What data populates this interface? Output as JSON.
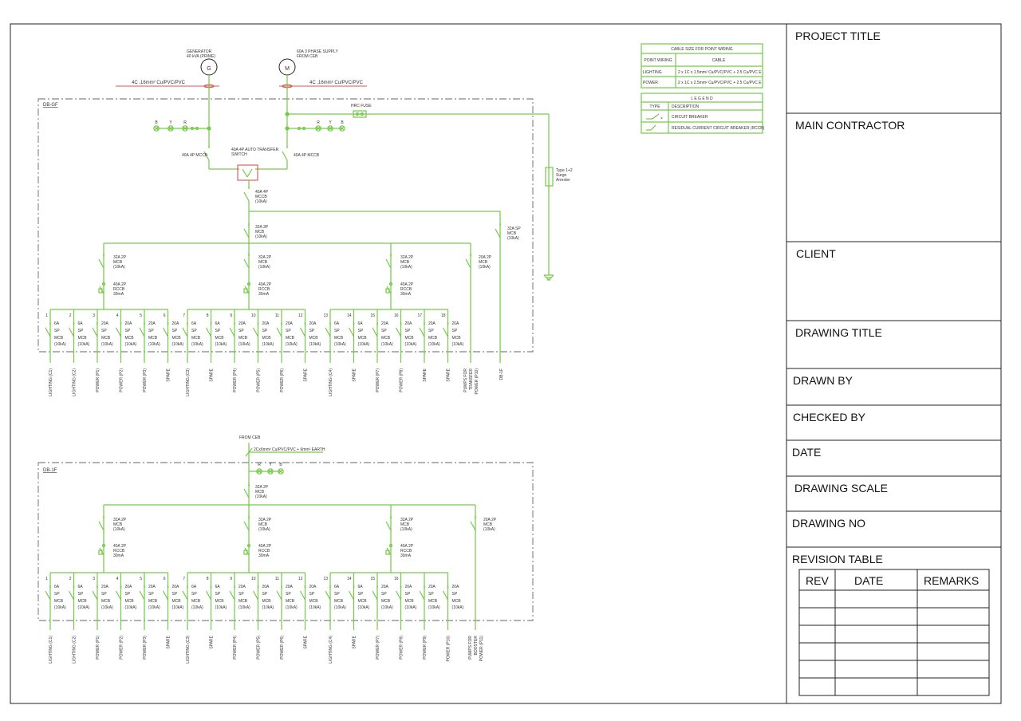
{
  "title_block": {
    "project_title": "PROJECT TITLE",
    "main_contractor": "MAIN CONTRACTOR",
    "client": "CLIENT",
    "drawing_title": "DRAWING TITLE",
    "drawn_by": "DRAWN BY",
    "checked_by": "CHECKED  BY",
    "date": "DATE",
    "drawing_scale": "DRAWING SCALE",
    "drawing_no": "DRAWING NO",
    "revision_table": "REVISION TABLE",
    "rev_headers": [
      "REV",
      "DATE",
      "REMARKS"
    ],
    "rev_rows": 6
  },
  "cable_table": {
    "title": "CABLE SIZE FOR POINT WIRING",
    "headers": [
      "POINT WIRING",
      "CABLE"
    ],
    "rows": [
      [
        "LIGHTING",
        "2 x 1C x 1.5mm² Cu/PVC/PVC + 2.5 Cu/PVC E"
      ],
      [
        "POWER",
        "2 x 1C x 2.5mm² Cu/PVC/PVC + 2.5 Cu/PVC E"
      ]
    ]
  },
  "legend": {
    "title": "L E G E N D",
    "headers": [
      "TYPE",
      "DESCRIPTION"
    ],
    "rows": [
      "CIRCUIT BREAKER",
      "RESIDUAL CURRENT CIRCUIT BREAKER (RCCB)"
    ]
  },
  "common": {
    "sp": "SP",
    "mcb": "MCB",
    "ka": "(10kA)",
    "rccb": "RCCB",
    "ma": "30mA",
    "mcb_2p": "MCB"
  },
  "db_gf": {
    "label": "DB-GF",
    "generator": {
      "symbol": "G",
      "caption": [
        "GENERATOR",
        "40 kVA (PRIME)"
      ]
    },
    "mains": {
      "symbol": "M",
      "caption": [
        "60A 3 PHASE SUPPLY",
        "FROM CEB"
      ]
    },
    "gen_cable": "4C ,16mm² Cu/PVC/PVC",
    "mains_cable": "4C ,16mm² Cu/PVC/PVC",
    "gen_lamps": [
      "B",
      "Y",
      "R"
    ],
    "mains_lamps": [
      "R",
      "Y",
      "B"
    ],
    "hrc_fuse": "HRC FUSE",
    "gen_mccb": "40A 4P MCCB",
    "mains_mccb": "40A 4P MCCB",
    "ats": [
      "40A 4P AUTO TRANSFER",
      "SWITCH"
    ],
    "main_mccb": [
      "40A 4P",
      "MCCB",
      "(10kA)"
    ],
    "main_mcb": [
      "32A 3P",
      "MCB",
      "(10kA)"
    ],
    "db1f_mcb": [
      "32A SP",
      "MCB",
      "(10kA)"
    ],
    "surge": [
      "Type  1+2",
      "Surge",
      "Arrester"
    ],
    "group_mcb": [
      "32A 2P",
      "MCB",
      "(10kA)"
    ],
    "group_rccb": [
      "40A 2P",
      "RCCB",
      "30mA"
    ],
    "pump_mcb": [
      "20A 2P",
      "MCB",
      "(10kA)"
    ],
    "pump_label": [
      "PUMPS FOR",
      "TRANSFER",
      "POWER (P10)"
    ],
    "db1f_label": [
      "DB-1F"
    ],
    "circuits": [
      {
        "n": "1",
        "rating": "6A",
        "label": [
          "LIGHTING (C1)"
        ]
      },
      {
        "n": "2",
        "rating": "6A",
        "label": [
          "LIGHTING (C2)"
        ]
      },
      {
        "n": "3",
        "rating": "20A",
        "label": [
          "POWER (P1)"
        ]
      },
      {
        "n": "4",
        "rating": "20A",
        "label": [
          "POWER (P2)"
        ]
      },
      {
        "n": "5",
        "rating": "20A",
        "label": [
          "POWER (P3)"
        ]
      },
      {
        "n": "6",
        "rating": "20A",
        "label": [
          "SPARE"
        ]
      },
      {
        "n": "7",
        "rating": "6A",
        "label": [
          "LIGHTING (C3)"
        ]
      },
      {
        "n": "8",
        "rating": "6A",
        "label": [
          "SPARE"
        ]
      },
      {
        "n": "9",
        "rating": "20A",
        "label": [
          "POWER (P4)"
        ]
      },
      {
        "n": "10",
        "rating": "20A",
        "label": [
          "POWER (P5)"
        ]
      },
      {
        "n": "11",
        "rating": "20A",
        "label": [
          "POWER (P6)"
        ]
      },
      {
        "n": "12",
        "rating": "20A",
        "label": [
          "SPARE"
        ]
      },
      {
        "n": "13",
        "rating": "6A",
        "label": [
          "LIGHTING (C4)"
        ]
      },
      {
        "n": "14",
        "rating": "6A",
        "label": [
          "SPARE"
        ]
      },
      {
        "n": "15",
        "rating": "20A",
        "label": [
          "POWER (P7)"
        ]
      },
      {
        "n": "16",
        "rating": "20A",
        "label": [
          "POWER (P8)"
        ]
      },
      {
        "n": "17",
        "rating": "20A",
        "label": [
          "SPARE"
        ]
      },
      {
        "n": "18",
        "rating": "20A",
        "label": [
          "SPARE"
        ]
      }
    ]
  },
  "db_1f": {
    "label": "DB-1F",
    "from": "FROM CEB",
    "cable": "2Cx6mm² Cu/PVC/PVC + 6mm² EARTH",
    "lamps": [
      "R",
      "Y",
      "B"
    ],
    "main_mcb": [
      "32A 2P",
      "MCB",
      "(10kA)"
    ],
    "group_mcb": [
      "32A 2P",
      "MCB",
      "(10kA)"
    ],
    "group_rccb": [
      "40A 2P",
      "RCCB",
      "30mA"
    ],
    "pump_mcb": [
      "20A 2P",
      "MCB",
      "(10kA)"
    ],
    "pump_label": [
      "PUMPS FOR",
      "BOOSTER",
      "POWER (P11)"
    ],
    "circuits": [
      {
        "n": "1",
        "rating": "6A",
        "label": [
          "LIGHTING (C1)"
        ]
      },
      {
        "n": "2",
        "rating": "6A",
        "label": [
          "LIGHTING (C2)"
        ]
      },
      {
        "n": "3",
        "rating": "20A",
        "label": [
          "POWER (P1)"
        ]
      },
      {
        "n": "4",
        "rating": "20A",
        "label": [
          "POWER (P2)"
        ]
      },
      {
        "n": "5",
        "rating": "20A",
        "label": [
          "POWER (P3)"
        ]
      },
      {
        "n": "6",
        "rating": "20A",
        "label": [
          "SPARE"
        ]
      },
      {
        "n": "7",
        "rating": "6A",
        "label": [
          "LIGHTING (C3)"
        ]
      },
      {
        "n": "8",
        "rating": "6A",
        "label": [
          "SPARE"
        ]
      },
      {
        "n": "9",
        "rating": "20A",
        "label": [
          "POWER (P4)"
        ]
      },
      {
        "n": "10",
        "rating": "20A",
        "label": [
          "POWER (P5)"
        ]
      },
      {
        "n": "11",
        "rating": "20A",
        "label": [
          "POWER (P6)"
        ]
      },
      {
        "n": "12",
        "rating": "20A",
        "label": [
          "SPARE"
        ]
      },
      {
        "n": "13",
        "rating": "6A",
        "label": [
          "LIGHTING (C4)"
        ]
      },
      {
        "n": "14",
        "rating": "6A",
        "label": [
          "SPARE"
        ]
      },
      {
        "n": "15",
        "rating": "20A",
        "label": [
          "POWER (P7)"
        ]
      },
      {
        "n": "16",
        "rating": "20A",
        "label": [
          "POWER (P8)"
        ]
      },
      {
        "n": "",
        "rating": "20A",
        "label": [
          "POWER (P9)"
        ]
      },
      {
        "n": "",
        "rating": "20A",
        "label": [
          "POWER (P10)"
        ]
      }
    ]
  }
}
